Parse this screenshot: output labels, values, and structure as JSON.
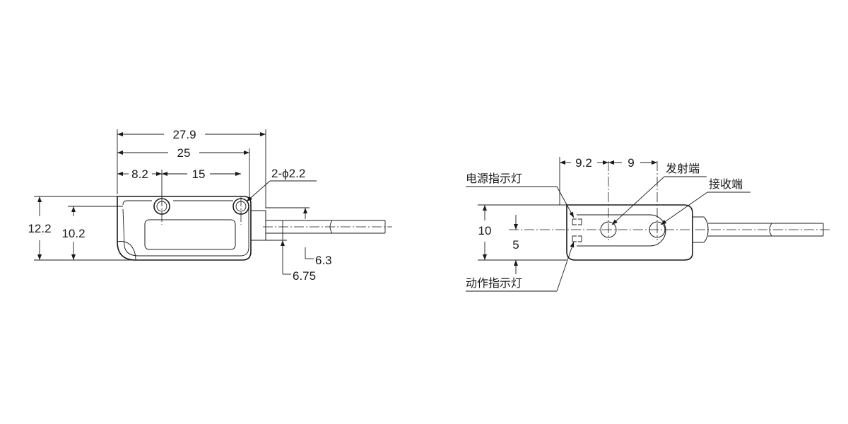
{
  "front_view": {
    "dim_overall_width": "27.9",
    "dim_body_width": "25",
    "dim_hole_offset": "8.2",
    "dim_hole_spacing": "15",
    "dim_holes": "2-ϕ2.2",
    "dim_overall_height": "12.2",
    "dim_body_height": "10.2",
    "dim_cable_center": "6.3",
    "dim_cable_flange": "6.75"
  },
  "top_view": {
    "dim_emitter_offset": "9.2",
    "dim_lens_spacing": "9",
    "dim_height": "10",
    "dim_half_height": "5",
    "label_power_indicator": "电源指示灯",
    "label_action_indicator": "动作指示灯",
    "label_emitter": "发射端",
    "label_receiver": "接收端"
  }
}
